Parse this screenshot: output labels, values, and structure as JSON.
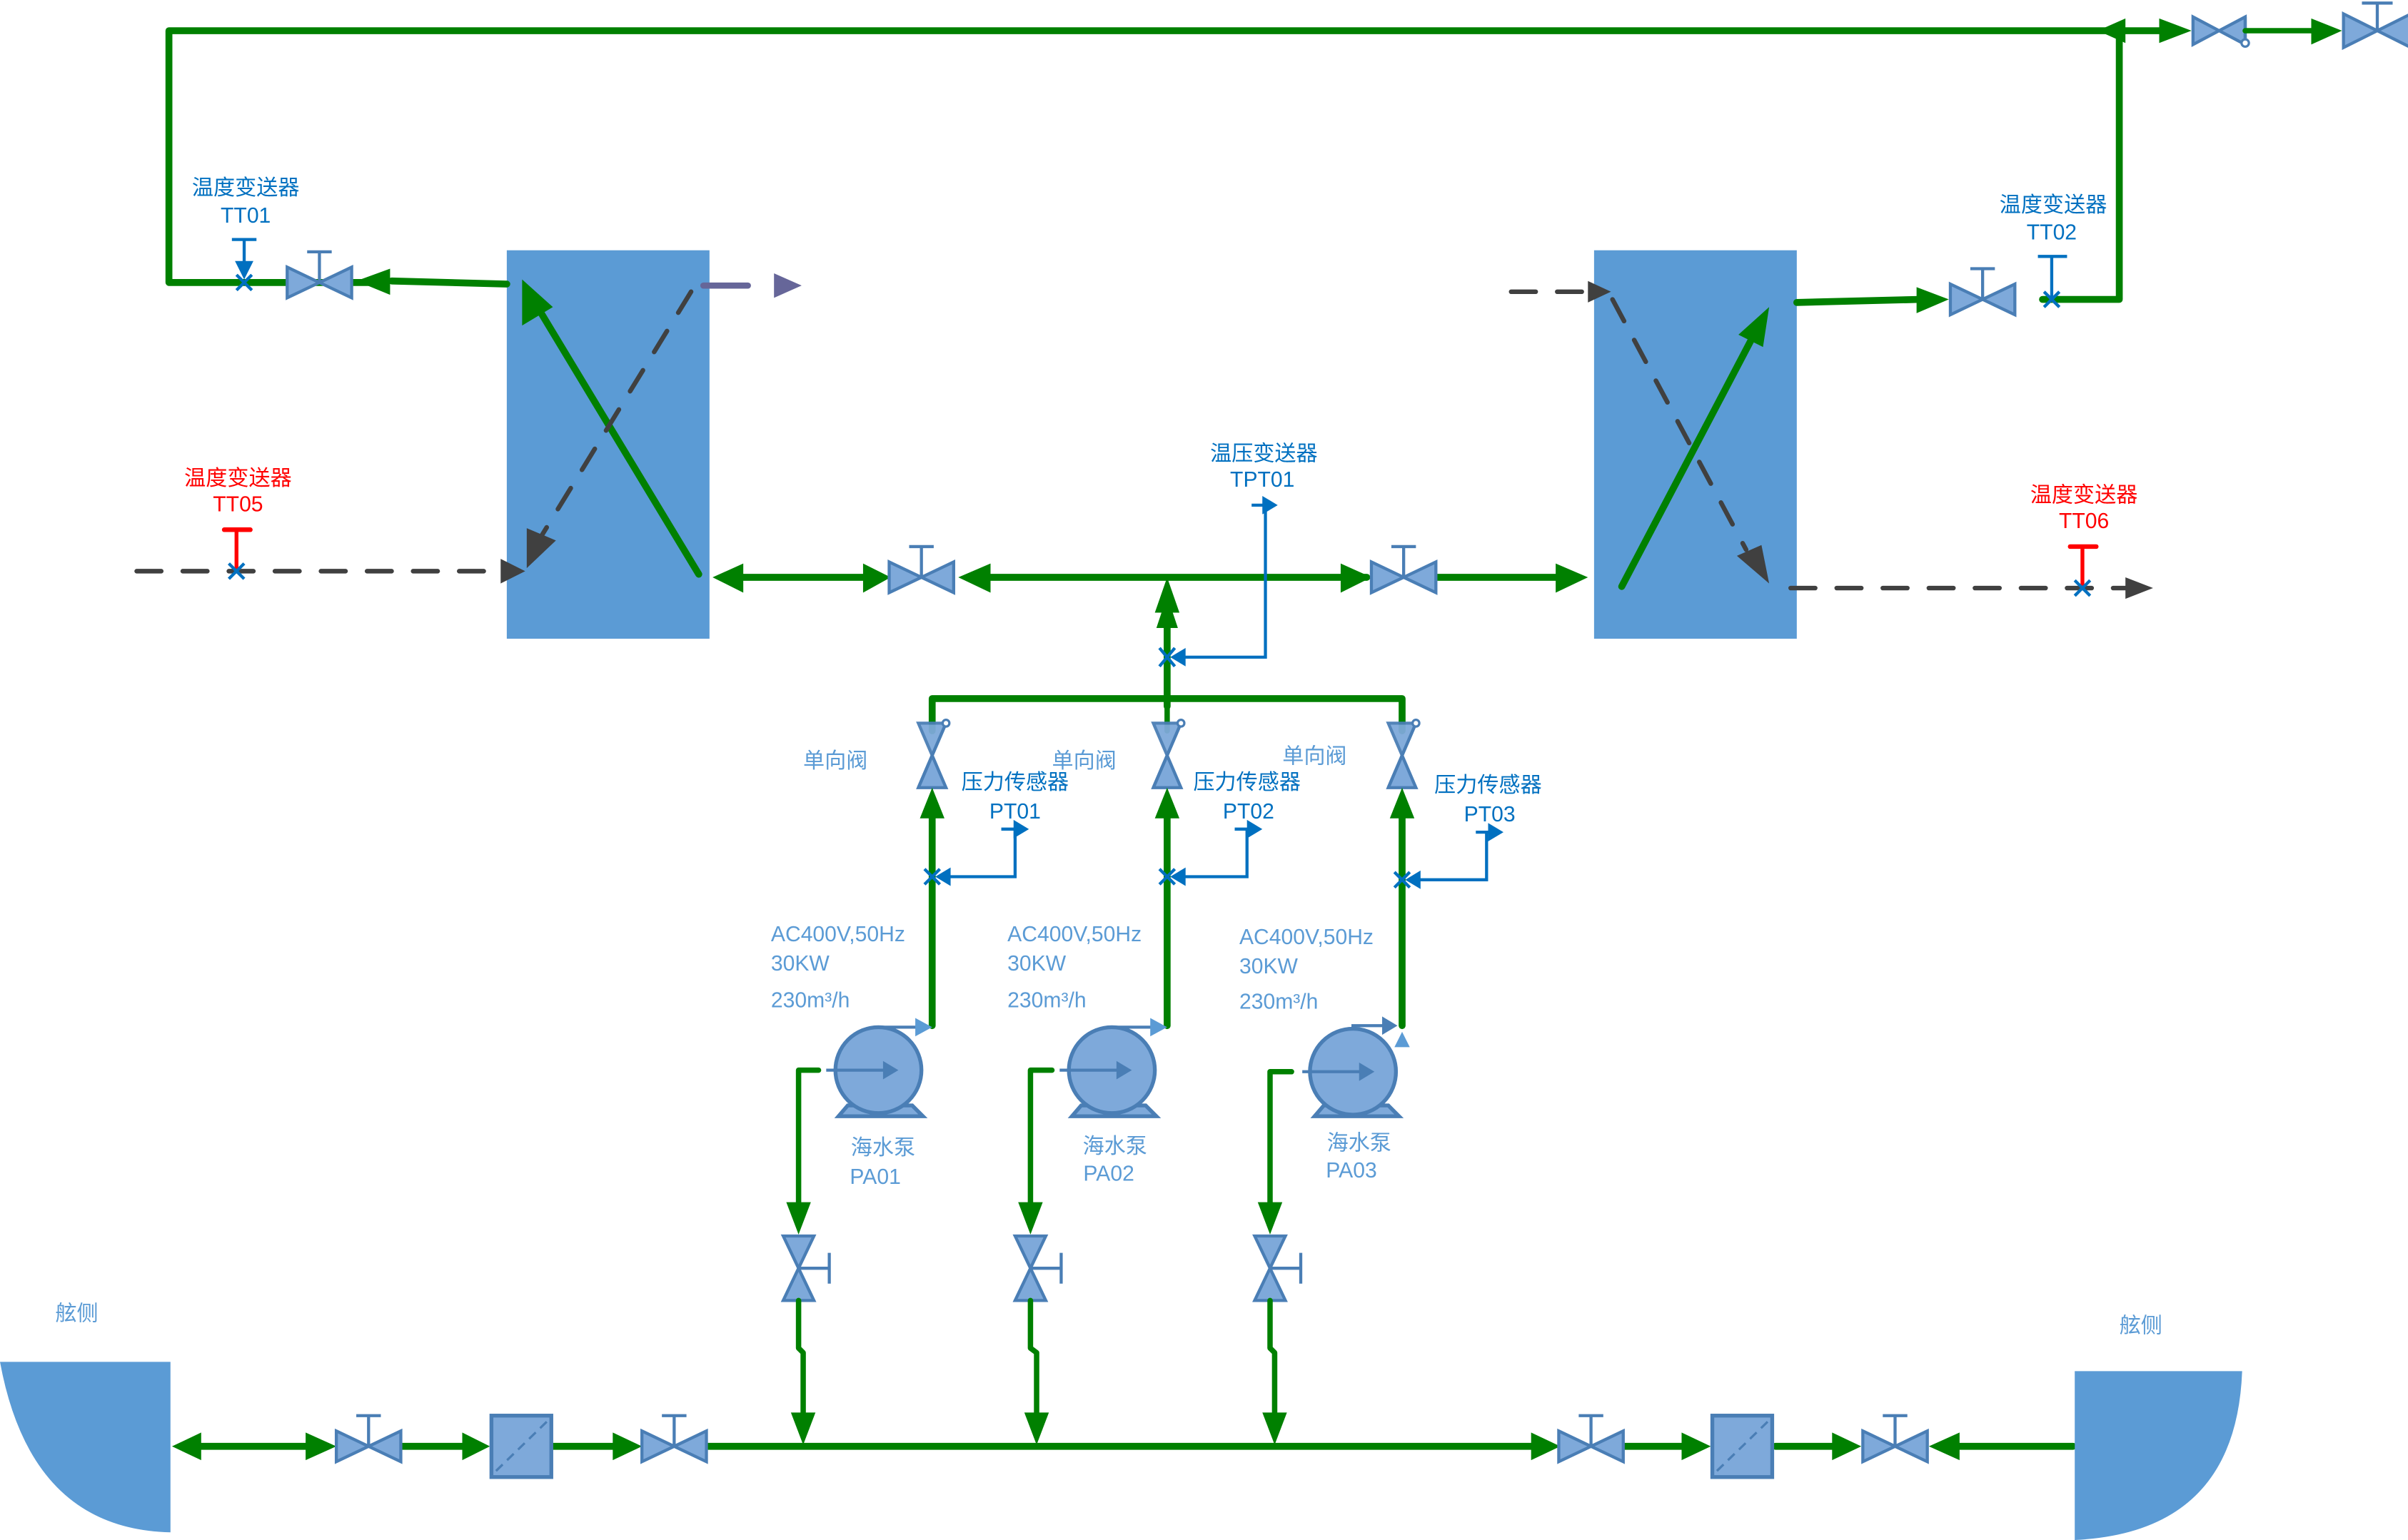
{
  "diagram": {
    "title": "海水冷却系统",
    "colors": {
      "pipe": "#008000",
      "equipment": "#5B9BD5",
      "valve_fill": "#7EA9DA",
      "valve_stroke": "#4A7EB5",
      "signal": "#0070C0",
      "alarm": "#FF0000",
      "secondary_flow": "#404040",
      "stub": "#666699"
    }
  },
  "instruments": {
    "tt01": {
      "name": "温度变送器",
      "tag": "TT01"
    },
    "tt02": {
      "name": "温度变送器",
      "tag": "TT02"
    },
    "tt05": {
      "name": "温度变送器",
      "tag": "TT05"
    },
    "tt06": {
      "name": "温度变送器",
      "tag": "TT06"
    },
    "tpt01": {
      "name": "温压变送器",
      "tag": "TPT01"
    },
    "pt01": {
      "name": "压力传感器",
      "tag": "PT01"
    },
    "pt02": {
      "name": "压力传感器",
      "tag": "PT02"
    },
    "pt03": {
      "name": "压力传感器",
      "tag": "PT03"
    }
  },
  "check_valves": {
    "cv1": {
      "label": "单向阀"
    },
    "cv2": {
      "label": "单向阀"
    },
    "cv3": {
      "label": "单向阀"
    }
  },
  "pumps": {
    "pa01": {
      "name": "海水泵",
      "tag": "PA01",
      "power_supply": "AC400V,50Hz",
      "power": "30KW",
      "flow": "230m³/h"
    },
    "pa02": {
      "name": "海水泵",
      "tag": "PA02",
      "power_supply": "AC400V,50Hz",
      "power": "30KW",
      "flow": "230m³/h"
    },
    "pa03": {
      "name": "海水泵",
      "tag": "PA03",
      "power_supply": "AC400V,50Hz",
      "power": "30KW",
      "flow": "230m³/h"
    }
  },
  "sea_chests": {
    "left": {
      "label": "舷侧"
    },
    "right": {
      "label": "舷侧"
    }
  }
}
